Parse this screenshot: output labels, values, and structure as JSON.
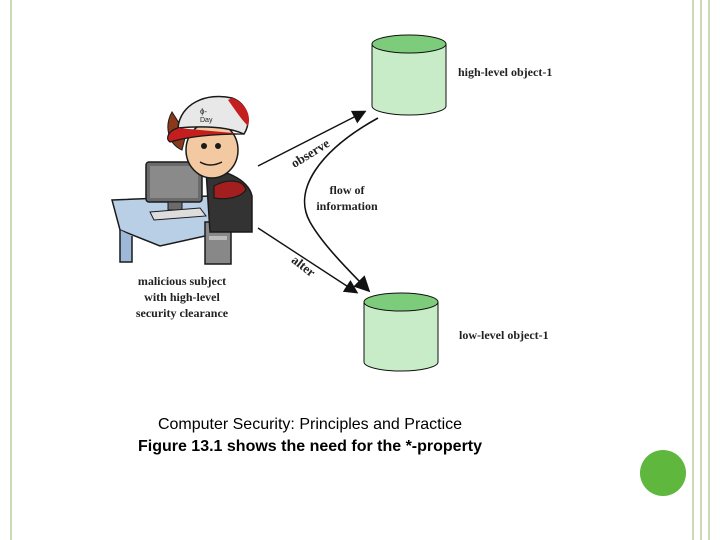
{
  "diagram": {
    "high_object_label": "high-level object-1",
    "low_object_label": "low-level object-1",
    "observe_label": "observe",
    "alter_label": "alter",
    "flow_label_line1": "flow of",
    "flow_label_line2": "information",
    "subject_label_line1": "malicious subject",
    "subject_label_line2": "with high-level",
    "subject_label_line3": "security clearance",
    "hat_text": "ɸ-\nDay"
  },
  "caption": {
    "line1": "Computer Security: Principles and Practice",
    "line2": "Figure 13.1 shows the need for the *-property"
  },
  "colors": {
    "frame": "#c9dcb6",
    "cylinder_fill": "#c8ecc8",
    "cylinder_top": "#7ccc7c",
    "accent_dot": "#5fb73e"
  }
}
